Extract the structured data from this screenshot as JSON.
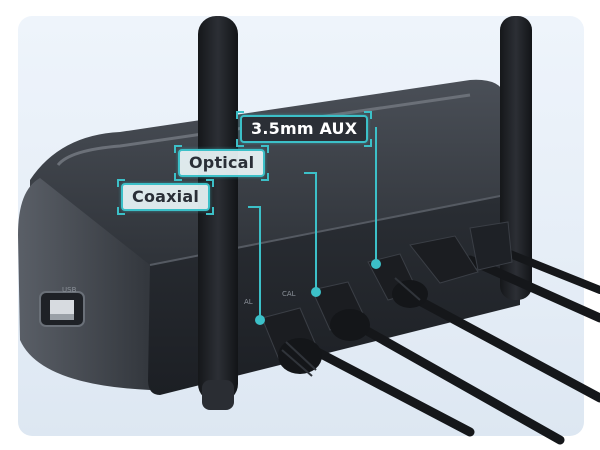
{
  "labels": {
    "aux": "3.5mm AUX",
    "optical": "Optical",
    "coaxial": "Coaxial"
  },
  "ports": {
    "usb": "USB",
    "coax_prefix": "AL",
    "optical_prefix": "CAL"
  },
  "colors": {
    "accent": "#3cc0c8",
    "device": "#2c3037",
    "cable": "#1a1c20",
    "background": "#e8eff7"
  }
}
